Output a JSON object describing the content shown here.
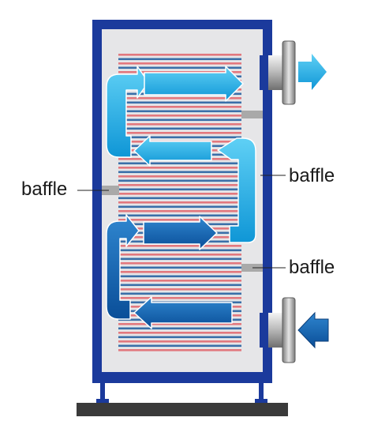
{
  "labels": {
    "baffle_left": "baffle",
    "baffle_right_top": "baffle",
    "baffle_right_bottom": "baffle"
  },
  "colors": {
    "shell": "#1b3a9c",
    "shell_inner": "#e6e6e8",
    "plate_red": "#e2787e",
    "plate_blue": "#3a6fa8",
    "flow_light": "#1aa9e0",
    "flow_dark": "#0f5da8",
    "base": "#3a3a3a",
    "baffle": "#a9a9a9"
  },
  "icons": {
    "outlet_arrow": "arrow-right-icon",
    "inlet_arrow": "arrow-left-icon"
  }
}
